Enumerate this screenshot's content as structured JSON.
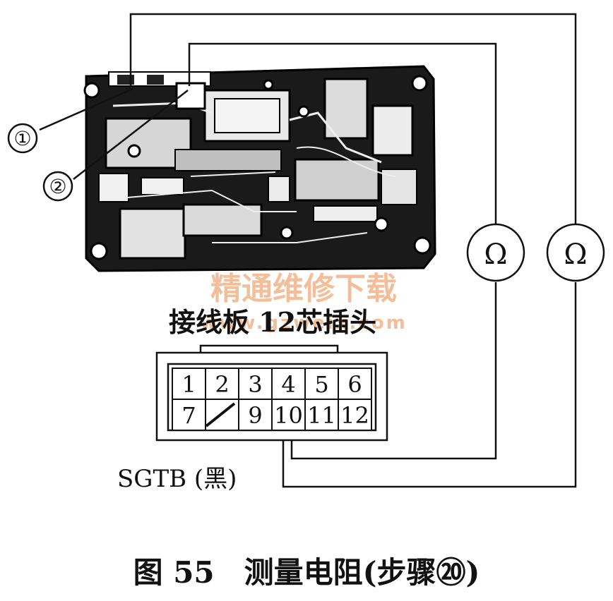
{
  "callouts": {
    "c1": "①",
    "c2": "②"
  },
  "meters": {
    "left": "Ω",
    "right": "Ω"
  },
  "connector": {
    "label": "接线板 12芯插头",
    "pins_top": [
      "1",
      "2",
      "3",
      "4",
      "5",
      "6"
    ],
    "pins_bottom": [
      "7",
      "",
      "9",
      "10",
      "11",
      "12"
    ],
    "name": "SGTB (黑)"
  },
  "watermark": {
    "line1": "精通维修下载",
    "line2": "www.gzweix.com",
    "color": "#f2b48a"
  },
  "caption": "图 55　测量电阻(步骤⑳)"
}
